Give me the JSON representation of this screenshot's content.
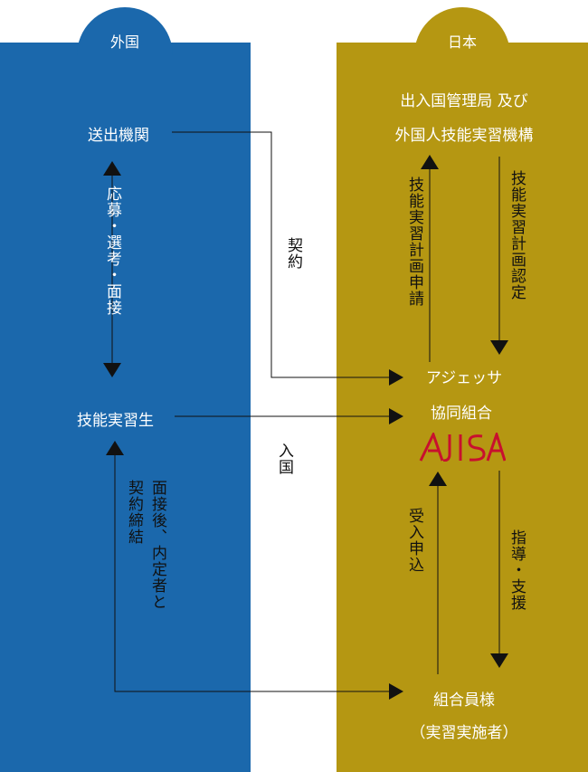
{
  "regions": {
    "left": {
      "label": "外国",
      "color": "#1b68ac"
    },
    "right": {
      "label": "日本",
      "color": "#b59712"
    }
  },
  "nodes": {
    "sending_org": "送出機関",
    "trainee": "技能実習生",
    "immigration_line1": "出入国管理局 及び",
    "immigration_line2": "外国人技能実習機構",
    "agessa_line1": "アジェッサ",
    "agessa_line2": "協同組合",
    "member_line1": "組合員様",
    "member_line2": "（実習実施者）"
  },
  "edge_labels": {
    "recruit": "応募・選考・面接",
    "contract": "契約",
    "entry": "入国",
    "after_interview_a": "面接後、内定者と",
    "after_interview_b": "契約締結",
    "plan_application": "技能実習計画申請",
    "plan_approval": "技能実習計画認定",
    "acceptance_application": "受入申込",
    "guidance": "指導・支援"
  },
  "logo": {
    "icon": "ajisa-logo",
    "color": "#c8102e"
  }
}
